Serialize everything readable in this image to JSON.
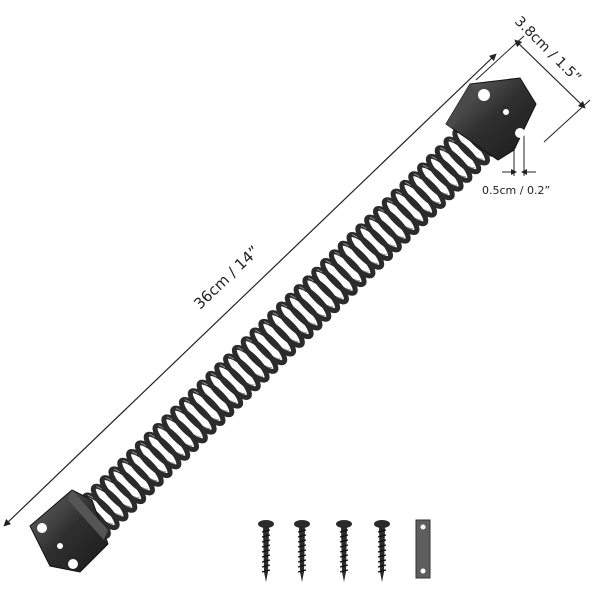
{
  "product": {
    "name": "door-closer-spring",
    "colors": {
      "metal": "#2b2b2b",
      "highlight": "#8a8a8a",
      "background": "#ffffff",
      "dimension_line": "#222222"
    }
  },
  "dimensions": {
    "length_label": "36cm / 14”",
    "width_label": "3.8cm / 1.5”",
    "hole_label": "0.5cm / 0.2”"
  },
  "accessories": {
    "screws": 4,
    "strike_plates": 1
  }
}
